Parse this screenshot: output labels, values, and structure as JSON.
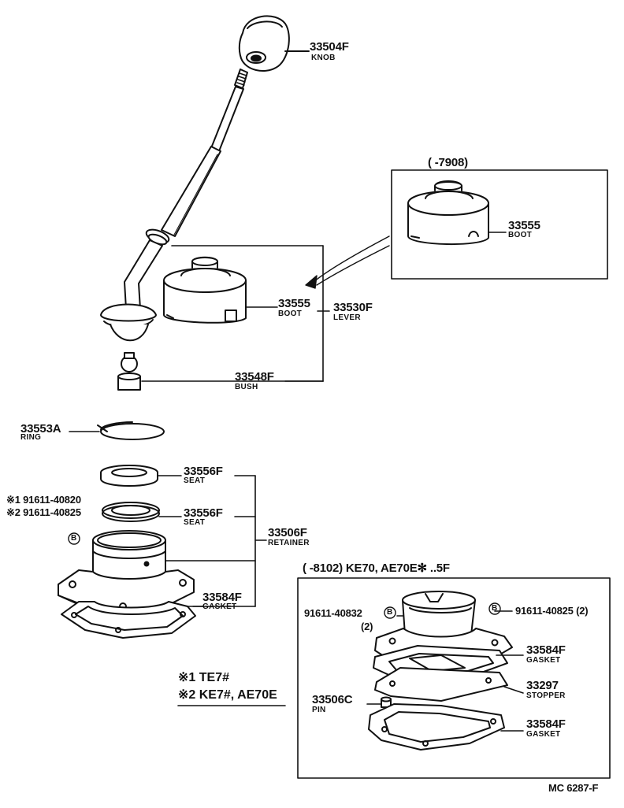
{
  "diagram_code": "MC 6287-F",
  "parts": {
    "knob": {
      "number": "33504F",
      "name": "KNOB"
    },
    "boot_old": {
      "number": "33555",
      "name": "BOOT"
    },
    "boot": {
      "number": "33555",
      "name": "BOOT"
    },
    "lever": {
      "number": "33530F",
      "name": "LEVER"
    },
    "bush": {
      "number": "33548F",
      "name": "BUSH"
    },
    "ring": {
      "number": "33553A",
      "name": "RING"
    },
    "seat_upper": {
      "number": "33556F",
      "name": "SEAT"
    },
    "seat_lower": {
      "number": "33556F",
      "name": "SEAT"
    },
    "retainer": {
      "number": "33506F",
      "name": "RETAINER"
    },
    "gasket": {
      "number": "33584F",
      "name": "GASKET"
    },
    "bolt_1": {
      "number": "※1 91611-40820"
    },
    "bolt_2": {
      "number": "※2 91611-40825"
    },
    "inset_gasket_upper": {
      "number": "33584F",
      "name": "GASKET"
    },
    "inset_stopper": {
      "number": "33297",
      "name": "STOPPER"
    },
    "inset_pin": {
      "number": "33506C",
      "name": "PIN"
    },
    "inset_gasket_lower": {
      "number": "33584F",
      "name": "GASKET"
    },
    "inset_bolt_left": {
      "number": "91611-40832",
      "qty": "(2)"
    },
    "inset_bolt_right": {
      "number": "91611-40825 (2)"
    }
  },
  "marker": "B",
  "inset_old_boot": {
    "label": "(      -7908)"
  },
  "inset_retainer": {
    "label": "(      -8102) KE70, AE70E✻ ..5F"
  },
  "notes": {
    "note1": "※1 TE7#",
    "note2": "※2 KE7#, AE70E"
  }
}
